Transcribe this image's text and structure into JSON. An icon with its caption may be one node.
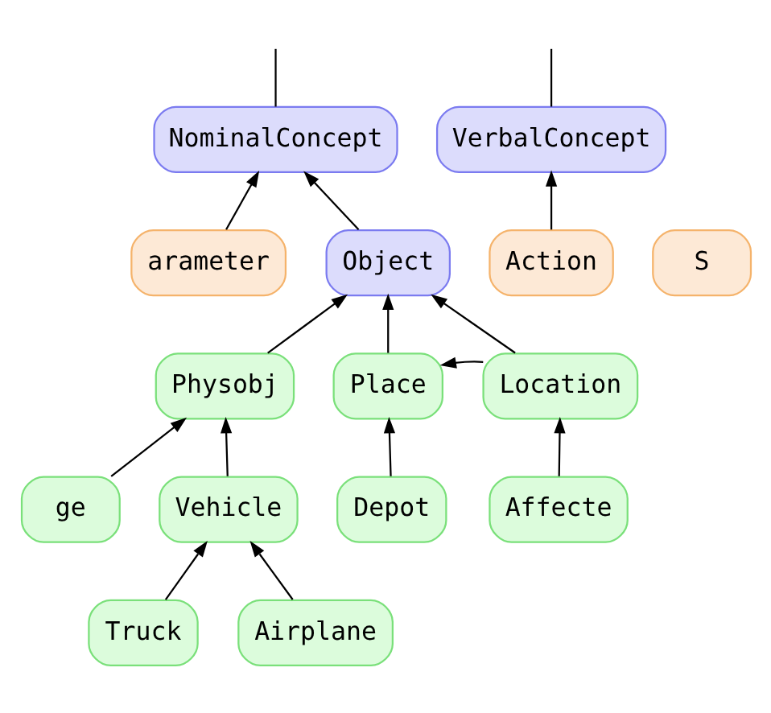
{
  "diagram": {
    "nodes": [
      {
        "text": [
          "NominalConcept"
        ]
      },
      {
        "text": [
          "VerbalConcept"
        ]
      },
      {
        "text": [
          "arameter"
        ]
      },
      {
        "text": [
          "Object"
        ]
      },
      {
        "text": [
          "Action"
        ]
      },
      {
        "text": [
          "S"
        ]
      },
      {
        "text": [
          "Physobj"
        ]
      },
      {
        "text": [
          "Place"
        ]
      },
      {
        "text": [
          "Location"
        ]
      },
      {
        "text": [
          "ge"
        ]
      },
      {
        "text": [
          "Vehicle"
        ]
      },
      {
        "text": [
          "Depot"
        ]
      },
      {
        "text": [
          "Affecte"
        ]
      },
      {
        "text": [
          "Truck"
        ]
      },
      {
        "text": [
          "Airplane"
        ]
      }
    ],
    "edges": [
      {
        "from": 0,
        "to": null,
        "arrow": "none"
      },
      {
        "from": 1,
        "to": null,
        "arrow": "none"
      },
      {
        "from": 2,
        "to": 0,
        "arrow": "to"
      },
      {
        "from": 3,
        "to": 0,
        "arrow": "to"
      },
      {
        "from": 4,
        "to": 1,
        "arrow": "to"
      },
      {
        "from": 6,
        "to": 3,
        "arrow": "to"
      },
      {
        "from": 7,
        "to": 3,
        "arrow": "to"
      },
      {
        "from": 8,
        "to": 3,
        "arrow": "to"
      },
      {
        "from": 8,
        "to": 7,
        "arrow": "to"
      },
      {
        "from": 9,
        "to": 6,
        "arrow": "to"
      },
      {
        "from": 10,
        "to": 6,
        "arrow": "to"
      },
      {
        "from": 11,
        "to": 7,
        "arrow": "to"
      },
      {
        "from": 12,
        "to": 8,
        "arrow": "to"
      },
      {
        "from": 13,
        "to": 10,
        "arrow": "to"
      },
      {
        "from": 14,
        "to": 10,
        "arrow": "to"
      }
    ]
  }
}
